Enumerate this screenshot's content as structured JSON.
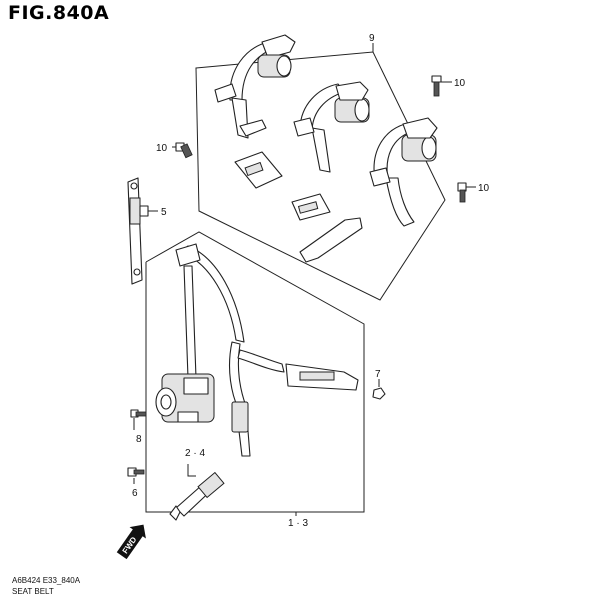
{
  "title": "FIG.840A",
  "footer": {
    "code": "A6B424 E33_840A",
    "name": "SEAT BELT"
  },
  "callouts": {
    "c9": "9",
    "c10a": "10",
    "c10b": "10",
    "c10c": "10",
    "c5": "5",
    "c7": "7",
    "c8": "8",
    "c24": "2 · 4",
    "c6": "6",
    "c13": "1 · 3"
  },
  "fwd_label": "FWD"
}
